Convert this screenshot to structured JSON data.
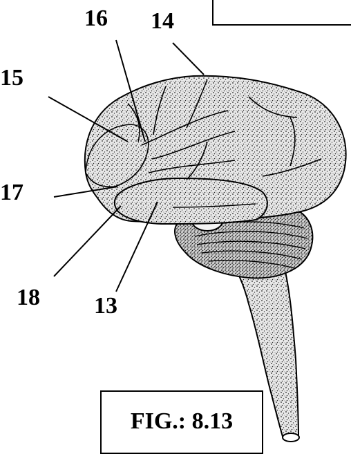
{
  "figure": {
    "caption": "FIG.: 8.13",
    "top_box_text": ""
  },
  "labels": [
    {
      "id": "13",
      "text": "13"
    },
    {
      "id": "14",
      "text": "14"
    },
    {
      "id": "15",
      "text": "15"
    },
    {
      "id": "16",
      "text": "16"
    },
    {
      "id": "17",
      "text": "17"
    },
    {
      "id": "18",
      "text": "18"
    }
  ],
  "colors": {
    "ink": "#000000",
    "paper": "#ffffff",
    "tissue_fill": "#e4e4e4",
    "tissue_dark": "#b9b9b9"
  }
}
